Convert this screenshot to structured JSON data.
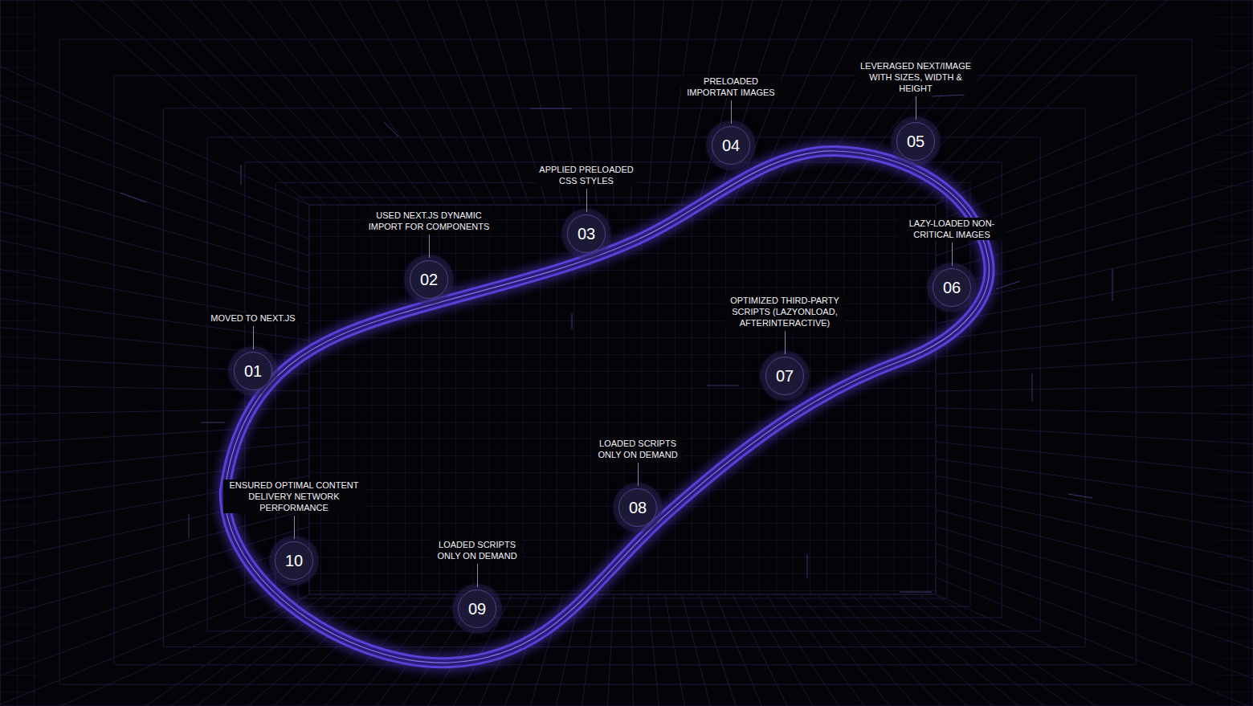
{
  "diagram": {
    "nodes": [
      {
        "text": [
          "01",
          "MOVED TO NEXT.JS"
        ]
      },
      {
        "text": [
          "02",
          "USED NEXT.JS DYNAMIC IMPORT FOR COMPONENTS"
        ]
      },
      {
        "text": [
          "03",
          "APPLIED PRELOADED CSS STYLES"
        ]
      },
      {
        "text": [
          "04",
          "PRELOADED IMPORTANT IMAGES"
        ]
      },
      {
        "text": [
          "05",
          "LEVERAGED NEXT/IMAGE WITH SIZES, WIDTH & HEIGHT"
        ]
      },
      {
        "text": [
          "06",
          "LAZY-LOADED NON-CRITICAL IMAGES"
        ]
      },
      {
        "text": [
          "07",
          "OPTIMIZED THIRD-PARTY SCRIPTS (LAZYONLOAD, AFTERINTERACTIVE)"
        ]
      },
      {
        "text": [
          "08",
          "LOADED SCRIPTS ONLY ON DEMAND"
        ]
      },
      {
        "text": [
          "09",
          "LOADED SCRIPTS ONLY ON DEMAND"
        ]
      },
      {
        "text": [
          "10",
          "ENSURED OPTIMAL CONTENT DELIVERY NETWORK PERFORMANCE"
        ]
      }
    ]
  }
}
